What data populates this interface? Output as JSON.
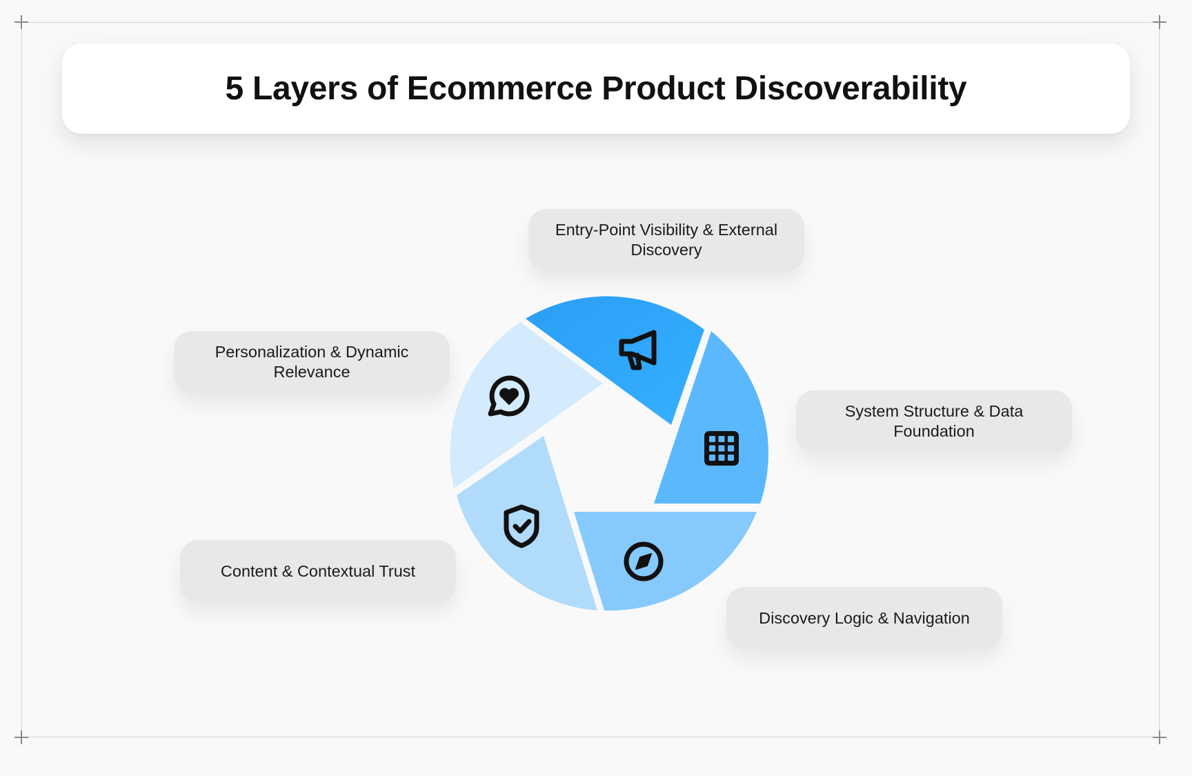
{
  "title": "5 Layers of Ecommerce Product Discoverability",
  "layers": [
    {
      "label": "Entry-Point Visibility & External Discovery",
      "icon": "megaphone-icon",
      "color": "#2ea7fb"
    },
    {
      "label": "System Structure & Data Foundation",
      "icon": "grid-icon",
      "color": "#5bb8fc"
    },
    {
      "label": "Discovery Logic & Navigation",
      "icon": "compass-icon",
      "color": "#86c9fc"
    },
    {
      "label": "Content & Contextual Trust",
      "icon": "shield-check-icon",
      "color": "#b0dbfb"
    },
    {
      "label": "Personalization & Dynamic Relevance",
      "icon": "chat-heart-icon",
      "color": "#d3ebfc"
    }
  ]
}
